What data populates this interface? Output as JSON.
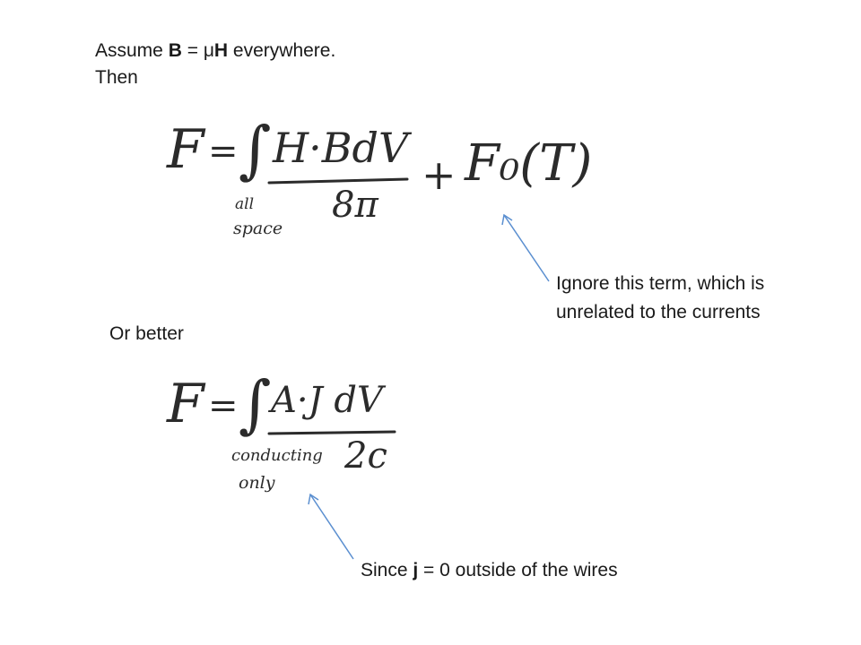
{
  "intro": {
    "line1_prefix": "Assume ",
    "line1_B": "B",
    "line1_eq": " = ",
    "line1_mu": "μ",
    "line1_H": "H",
    "line1_suffix": " everywhere.",
    "line2": "Then"
  },
  "equation1": {
    "lhs": "F",
    "equals": "=",
    "integral": "∫",
    "numerator": "H·BdV",
    "denominator": "8π",
    "plus": "+",
    "term2": "F₀(T)",
    "subscript_line1": "all",
    "subscript_line2": "space"
  },
  "or_better": "Or better",
  "equation2": {
    "lhs": "F",
    "equals": "=",
    "integral": "∫",
    "numerator": "A·J dV",
    "denominator": "2c",
    "subscript_line1": "conducting",
    "subscript_line2": "only"
  },
  "note_ignore": {
    "line1": "Ignore this term, which is",
    "line2": "unrelated to the currents"
  },
  "note_since": {
    "prefix": "Since ",
    "j": "j",
    "suffix": " = 0 outside of the wires"
  },
  "colors": {
    "text": "#1a1a1a",
    "handwriting": "#2b2b2b",
    "arrow": "#5b8fd0"
  }
}
